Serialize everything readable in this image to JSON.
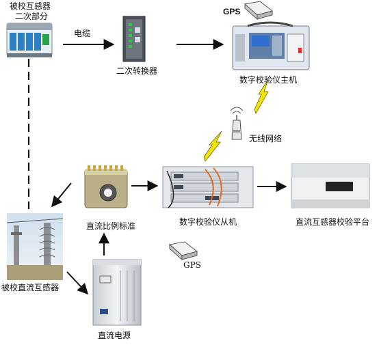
{
  "labels": {
    "secondary_part_line1": "被校互感器",
    "secondary_part_line2": "二次部分",
    "cable": "电缆",
    "converter": "二次转换器",
    "gps_top": "GPS",
    "master": "数字校验仪主机",
    "wireless": "无线网络",
    "standard": "直流比例标准",
    "slave": "数字校验仪从机",
    "platform": "直流互感器校验平台",
    "gps_bottom": "GPS",
    "dut": "被校直流互感器",
    "power": "直流电源"
  },
  "colors": {
    "arrow": "#111111",
    "lightning_fill": "#f3e400",
    "lightning_stroke": "#6b6b00",
    "device_panel": "#dfe6ee",
    "screen_blue": "#2f6fd0"
  },
  "icons": [
    "lightning-icon",
    "antenna-icon",
    "gps-receiver-icon"
  ]
}
